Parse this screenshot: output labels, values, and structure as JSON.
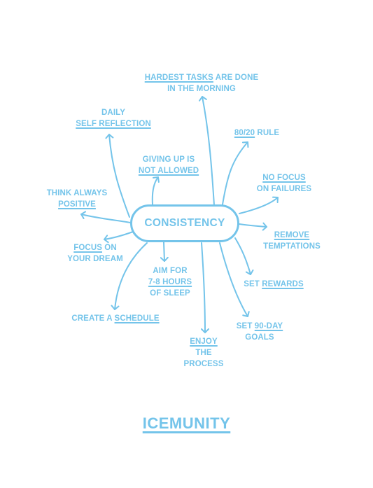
{
  "colors": {
    "accent": "#74c4ea",
    "background": "#ffffff"
  },
  "center": {
    "label": "CONSISTENCY"
  },
  "nodes": {
    "hardest_tasks": {
      "line1_u": "HARDEST TASKS",
      "line1_rest": " ARE DONE",
      "line2": "IN THE MORNING"
    },
    "self_reflection": {
      "line1": "DAILY",
      "line2_u": "SELF REFLECTION"
    },
    "giving_up": {
      "line1": "GIVING UP IS",
      "line2_u": "NOT ALLOWED"
    },
    "rule_80_20": {
      "u": "80/20",
      "rest": " RULE"
    },
    "no_focus": {
      "line1_u": "NO FOCUS",
      "line2": "ON FAILURES"
    },
    "think_positive": {
      "line1": "THINK ALWAYS",
      "line2_u": "POSITIVE"
    },
    "remove_temptations": {
      "line1_u": "REMOVE",
      "line2": "TEMPTATIONS"
    },
    "focus_dream": {
      "line1_u": "FOCUS",
      "line1_rest": " ON",
      "line2": "YOUR DREAM"
    },
    "aim_sleep": {
      "line1": "AIM FOR",
      "line2_u": "7-8 HOURS",
      "line3": "OF SLEEP"
    },
    "set_rewards": {
      "pre": "SET ",
      "u": "REWARDS"
    },
    "create_schedule": {
      "pre": "CREATE A ",
      "u": "SCHEDULE"
    },
    "set_goals": {
      "pre": "SET ",
      "u": "90-DAY",
      "line2": "GOALS"
    },
    "enjoy_process": {
      "line1_u": "ENJOY",
      "line2": "THE",
      "line3": "PROCESS"
    }
  },
  "brand": {
    "label": "ICEMUNITY"
  }
}
